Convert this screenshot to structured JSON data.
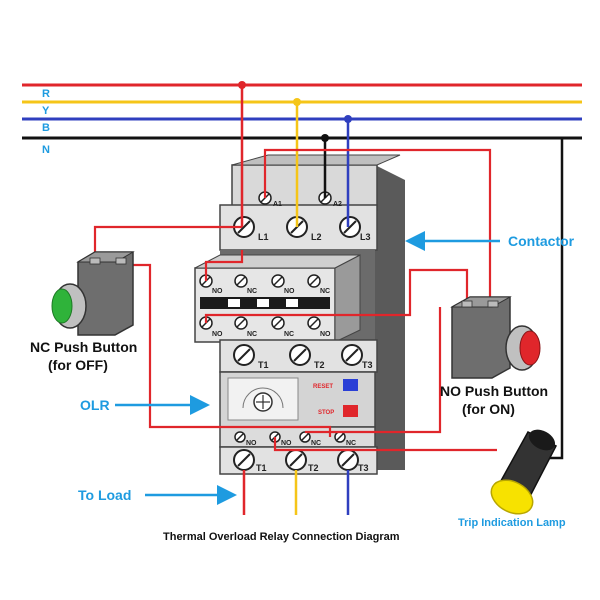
{
  "bus": {
    "labels": [
      "R",
      "Y",
      "B",
      "N"
    ],
    "colors": {
      "R": "#e0262b",
      "Y": "#f5c518",
      "B": "#2f3fbf",
      "N": "#111111"
    }
  },
  "contactor": {
    "coil_terminals": [
      "A1",
      "A2"
    ],
    "main_terminals": [
      "L1",
      "L2",
      "L3"
    ],
    "aux_upper": [
      "NO",
      "NC",
      "NO",
      "NC"
    ],
    "aux_lower": [
      "NO",
      "NC",
      "NC",
      "NO"
    ]
  },
  "olr": {
    "output_terminals": [
      "T1",
      "T2",
      "T3"
    ],
    "reset_label": "RESET",
    "stop_label": "STOP",
    "aux_contacts": [
      "NO",
      "NO",
      "NC",
      "NC"
    ],
    "load_terminals": [
      "T1",
      "T2",
      "T3"
    ]
  },
  "labels": {
    "contactor": "Contactor",
    "olr": "OLR",
    "to_load": "To Load",
    "trip_lamp": "Trip Indication Lamp",
    "nc_button_line1": "NC Push Button",
    "nc_button_line2": "(for OFF)",
    "no_button_line1": "NO Push Button",
    "no_button_line2": "(for ON)",
    "caption": "Thermal Overload Relay Connection Diagram"
  },
  "colors": {
    "callout": "#1e9be0",
    "wire_red": "#e0262b",
    "nc_lens": "#2fb33a",
    "no_lens": "#e0262b",
    "lamp": "#f7e200",
    "reset": "#2a3fd6",
    "stop": "#e0262b"
  },
  "icons": [
    "arrow-left-icon",
    "arrow-right-icon"
  ]
}
